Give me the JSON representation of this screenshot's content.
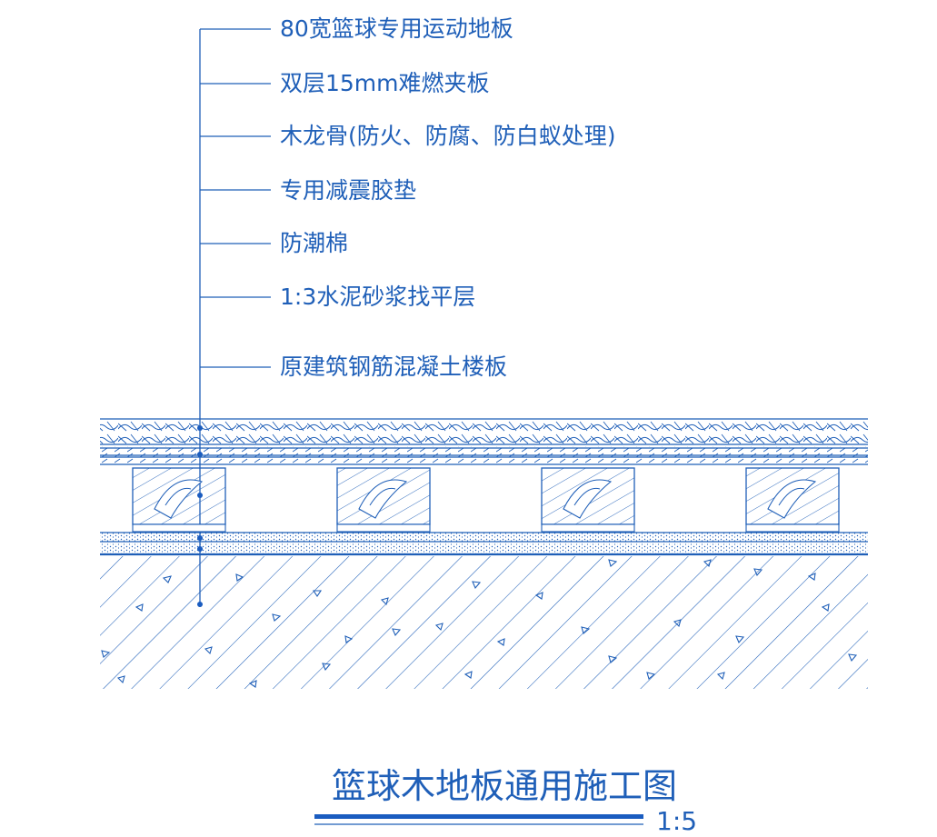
{
  "drawing": {
    "labels": [
      "80宽篮球专用运动地板",
      "双层15mm难燃夹板",
      "木龙骨(防火、防腐、防白蚁处理)",
      "专用减震胶垫",
      "防潮棉",
      "1:3水泥砂浆找平层",
      "原建筑钢筋混凝土楼板"
    ],
    "title": "篮球木地板通用施工图",
    "scale": "1:5",
    "colors": {
      "line": "#1f5fb8",
      "leader": "#1a5cc0",
      "background": "#ffffff"
    }
  }
}
